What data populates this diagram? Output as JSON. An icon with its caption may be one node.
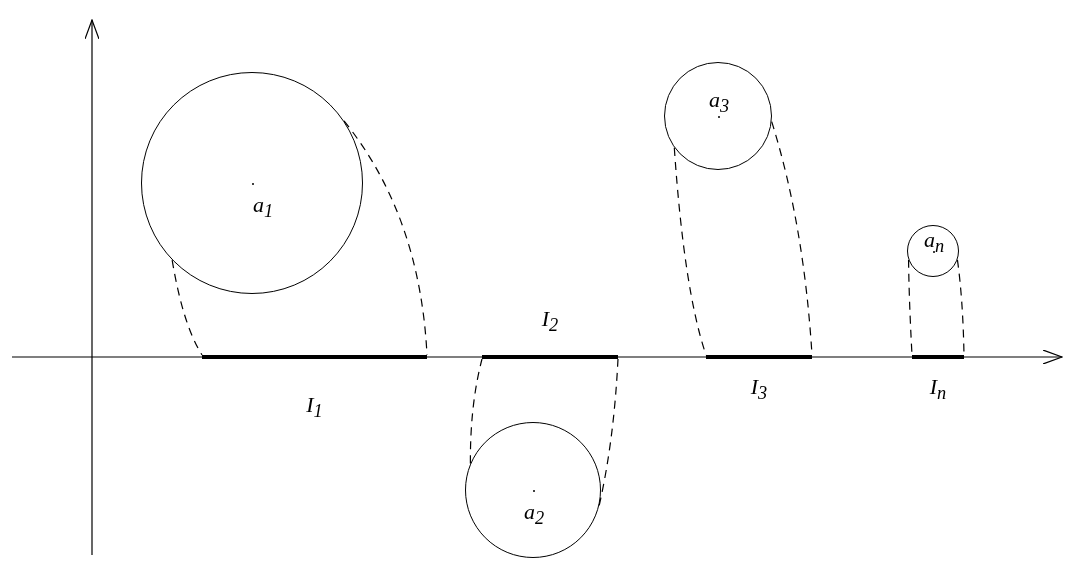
{
  "diagram": {
    "nodes": [
      {
        "text": [
          "a$_{1}$"
        ]
      },
      {
        "text": [
          "I$_{1}$"
        ]
      },
      {
        "text": [
          "a$_{2}$"
        ]
      },
      {
        "text": [
          "I$_{2}$"
        ]
      },
      {
        "text": [
          "a$_{3}$"
        ]
      },
      {
        "text": [
          "I$_{3}$"
        ]
      },
      {
        "text": [
          "a$_{n}$"
        ]
      },
      {
        "text": [
          "I$_{n}$"
        ]
      }
    ],
    "edges": [
      {
        "from": 0,
        "to": 1,
        "arrow": "none",
        "style": "dashed"
      },
      {
        "from": 0,
        "to": 1,
        "arrow": "none",
        "style": "dashed"
      },
      {
        "from": 2,
        "to": 3,
        "arrow": "none",
        "style": "dashed"
      },
      {
        "from": 2,
        "to": 3,
        "arrow": "none",
        "style": "dashed"
      },
      {
        "from": 4,
        "to": 5,
        "arrow": "none",
        "style": "dashed"
      },
      {
        "from": 4,
        "to": 5,
        "arrow": "none",
        "style": "dashed"
      },
      {
        "from": 6,
        "to": 7,
        "arrow": "none",
        "style": "dashed"
      },
      {
        "from": 6,
        "to": 7,
        "arrow": "none",
        "style": "dashed"
      }
    ]
  }
}
